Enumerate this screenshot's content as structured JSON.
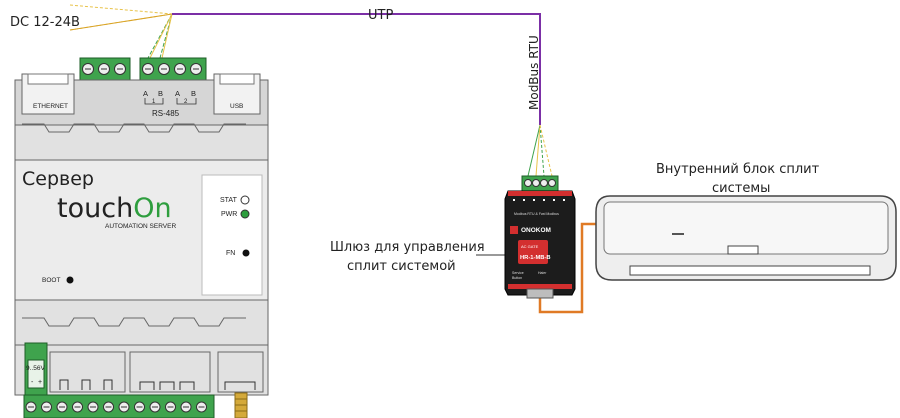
{
  "labels": {
    "power": "DC 12-24В",
    "cable": "UTP",
    "bus": "ModBus RTU",
    "gateway_caption_1": "Шлюз для управления",
    "gateway_caption_2": "сплит системой",
    "indoor_caption_1": "Внутренний блок сплит",
    "indoor_caption_2": "системы"
  },
  "server": {
    "title": "Сервер",
    "brand_main": "touch",
    "brand_accent": "On",
    "subtitle": "AUTOMATION SERVER",
    "port_ethernet": "ETHERNET",
    "port_usb": "USB",
    "rs485_label": "RS-485",
    "rs485_a1": "A",
    "rs485_b1": "B",
    "rs485_a2": "A",
    "rs485_b2": "B",
    "rs485_n1": "1",
    "rs485_n2": "2",
    "led_stat": "STAT",
    "led_pwr": "PWR",
    "btn_fn": "FN",
    "btn_boot": "BOOT",
    "supply": "9..56V",
    "supply_minus": "-",
    "supply_plus": "+"
  },
  "gateway": {
    "brand": "ONOKOM",
    "header": "Modbus RTU & Fwd Modbus",
    "badge_top": "AC GATE",
    "model": "HR-1-MB-B",
    "left_label": "Service",
    "left_sub": "Button",
    "right_label": "Haier"
  },
  "colors": {
    "accent_green": "#2e9e3e",
    "utp_purple": "#7b2fa6",
    "ac_cable_orange": "#e07a25",
    "gateway_red": "#d32f2f",
    "terminal_green": "#3fa34d"
  }
}
